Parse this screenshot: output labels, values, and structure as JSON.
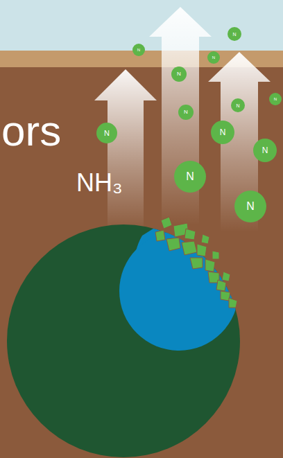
{
  "diagram": {
    "nodes": [
      {
        "text": [
          "N"
        ]
      },
      {
        "text": [
          "N"
        ]
      },
      {
        "text": [
          "N"
        ]
      },
      {
        "text": [
          "N"
        ]
      },
      {
        "text": [
          "N"
        ]
      },
      {
        "text": [
          "N"
        ]
      },
      {
        "text": [
          "N"
        ]
      },
      {
        "text": [
          "N"
        ]
      },
      {
        "text": [
          "N"
        ]
      },
      {
        "text": [
          "N"
        ]
      },
      {
        "text": [
          "N"
        ]
      },
      {
        "text": [
          "N"
        ]
      }
    ],
    "labels": [
      "ors",
      "NH₃"
    ]
  }
}
